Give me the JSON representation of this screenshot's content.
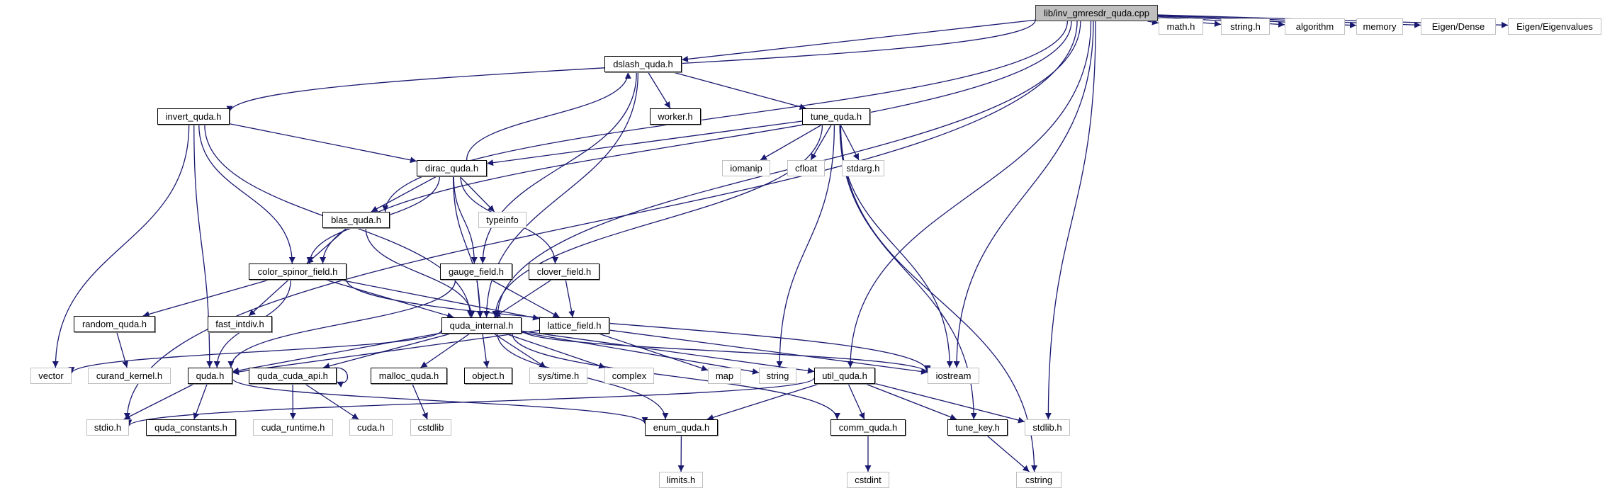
{
  "graph": {
    "title": "lib/inv_gmresdr_quda.cpp",
    "edge_color": "#191970",
    "root_fill": "#bfbfbf",
    "nodes": [
      {
        "id": "root",
        "label": "lib/inv_gmresdr_quda.cpp",
        "kind": "root"
      },
      {
        "id": "math_h",
        "label": "math.h",
        "kind": "system"
      },
      {
        "id": "string_h",
        "label": "string.h",
        "kind": "system"
      },
      {
        "id": "algorithm",
        "label": "algorithm",
        "kind": "system"
      },
      {
        "id": "memory",
        "label": "memory",
        "kind": "system"
      },
      {
        "id": "eigen_dense",
        "label": "Eigen/Dense",
        "kind": "system"
      },
      {
        "id": "eigen_eigenvalues",
        "label": "Eigen/Eigenvalues",
        "kind": "system"
      },
      {
        "id": "dslash_quda",
        "label": "dslash_quda.h",
        "kind": "local"
      },
      {
        "id": "worker",
        "label": "worker.h",
        "kind": "local"
      },
      {
        "id": "tune_quda",
        "label": "tune_quda.h",
        "kind": "local"
      },
      {
        "id": "invert_quda",
        "label": "invert_quda.h",
        "kind": "local"
      },
      {
        "id": "dirac_quda",
        "label": "dirac_quda.h",
        "kind": "local"
      },
      {
        "id": "iomanip",
        "label": "iomanip",
        "kind": "system"
      },
      {
        "id": "cfloat",
        "label": "cfloat",
        "kind": "system"
      },
      {
        "id": "stdarg_h",
        "label": "stdarg.h",
        "kind": "system"
      },
      {
        "id": "blas_quda",
        "label": "blas_quda.h",
        "kind": "local"
      },
      {
        "id": "typeinfo",
        "label": "typeinfo",
        "kind": "system"
      },
      {
        "id": "color_spinor_field",
        "label": "color_spinor_field.h",
        "kind": "local"
      },
      {
        "id": "gauge_field",
        "label": "gauge_field.h",
        "kind": "local"
      },
      {
        "id": "clover_field",
        "label": "clover_field.h",
        "kind": "local"
      },
      {
        "id": "random_quda",
        "label": "random_quda.h",
        "kind": "local"
      },
      {
        "id": "fast_intdiv",
        "label": "fast_intdiv.h",
        "kind": "local"
      },
      {
        "id": "quda_internal",
        "label": "quda_internal.h",
        "kind": "local"
      },
      {
        "id": "lattice_field",
        "label": "lattice_field.h",
        "kind": "local"
      },
      {
        "id": "vector",
        "label": "vector",
        "kind": "system"
      },
      {
        "id": "curand_kernel",
        "label": "curand_kernel.h",
        "kind": "system"
      },
      {
        "id": "quda_h",
        "label": "quda.h",
        "kind": "local"
      },
      {
        "id": "quda_cuda_api",
        "label": "quda_cuda_api.h",
        "kind": "local"
      },
      {
        "id": "malloc_quda",
        "label": "malloc_quda.h",
        "kind": "local"
      },
      {
        "id": "object_h",
        "label": "object.h",
        "kind": "local"
      },
      {
        "id": "sys_time",
        "label": "sys/time.h",
        "kind": "system"
      },
      {
        "id": "complex",
        "label": "complex",
        "kind": "system"
      },
      {
        "id": "map",
        "label": "map",
        "kind": "system"
      },
      {
        "id": "string",
        "label": "string",
        "kind": "system"
      },
      {
        "id": "util_quda",
        "label": "util_quda.h",
        "kind": "local"
      },
      {
        "id": "iostream",
        "label": "iostream",
        "kind": "system"
      },
      {
        "id": "stdio_h",
        "label": "stdio.h",
        "kind": "system"
      },
      {
        "id": "quda_constants",
        "label": "quda_constants.h",
        "kind": "local"
      },
      {
        "id": "cuda_runtime",
        "label": "cuda_runtime.h",
        "kind": "system"
      },
      {
        "id": "cuda_h",
        "label": "cuda.h",
        "kind": "system"
      },
      {
        "id": "cstdlib",
        "label": "cstdlib",
        "kind": "system"
      },
      {
        "id": "enum_quda",
        "label": "enum_quda.h",
        "kind": "local"
      },
      {
        "id": "comm_quda",
        "label": "comm_quda.h",
        "kind": "local"
      },
      {
        "id": "tune_key",
        "label": "tune_key.h",
        "kind": "local"
      },
      {
        "id": "stdlib_h",
        "label": "stdlib.h",
        "kind": "system"
      },
      {
        "id": "limits_h",
        "label": "limits.h",
        "kind": "system"
      },
      {
        "id": "cstdint",
        "label": "cstdint",
        "kind": "system"
      },
      {
        "id": "cstring",
        "label": "cstring",
        "kind": "system"
      }
    ],
    "edges": [
      [
        "root",
        "math_h"
      ],
      [
        "root",
        "string_h"
      ],
      [
        "root",
        "algorithm"
      ],
      [
        "root",
        "memory"
      ],
      [
        "root",
        "eigen_dense"
      ],
      [
        "root",
        "eigen_eigenvalues"
      ],
      [
        "root",
        "dslash_quda"
      ],
      [
        "root",
        "invert_quda"
      ],
      [
        "root",
        "color_spinor_field"
      ],
      [
        "root",
        "blas_quda"
      ],
      [
        "root",
        "quda_internal"
      ],
      [
        "root",
        "util_quda"
      ],
      [
        "root",
        "iostream"
      ],
      [
        "root",
        "stdlib_h"
      ],
      [
        "root",
        "stdio_h"
      ],
      [
        "dslash_quda",
        "worker"
      ],
      [
        "dslash_quda",
        "tune_quda"
      ],
      [
        "dslash_quda",
        "gauge_field"
      ],
      [
        "dslash_quda",
        "quda_internal"
      ],
      [
        "tune_quda",
        "dirac_quda"
      ],
      [
        "tune_quda",
        "iomanip"
      ],
      [
        "tune_quda",
        "cfloat"
      ],
      [
        "tune_quda",
        "stdarg_h"
      ],
      [
        "tune_quda",
        "quda_internal"
      ],
      [
        "tune_quda",
        "string"
      ],
      [
        "tune_quda",
        "iostream"
      ],
      [
        "tune_quda",
        "tune_key"
      ],
      [
        "tune_quda",
        "cstring"
      ],
      [
        "invert_quda",
        "dirac_quda"
      ],
      [
        "invert_quda",
        "vector"
      ],
      [
        "invert_quda",
        "quda_h"
      ],
      [
        "invert_quda",
        "color_spinor_field"
      ],
      [
        "invert_quda",
        "quda_internal"
      ],
      [
        "dirac_quda",
        "dslash_quda"
      ],
      [
        "dirac_quda",
        "blas_quda"
      ],
      [
        "dirac_quda",
        "typeinfo"
      ],
      [
        "dirac_quda",
        "color_spinor_field"
      ],
      [
        "dirac_quda",
        "gauge_field"
      ],
      [
        "dirac_quda",
        "clover_field"
      ],
      [
        "dirac_quda",
        "quda_internal"
      ],
      [
        "blas_quda",
        "color_spinor_field"
      ],
      [
        "blas_quda",
        "quda_internal"
      ],
      [
        "color_spinor_field",
        "random_quda"
      ],
      [
        "color_spinor_field",
        "fast_intdiv"
      ],
      [
        "color_spinor_field",
        "quda_internal"
      ],
      [
        "color_spinor_field",
        "lattice_field"
      ],
      [
        "color_spinor_field",
        "quda_h"
      ],
      [
        "color_spinor_field",
        "iostream"
      ],
      [
        "gauge_field",
        "quda_internal"
      ],
      [
        "gauge_field",
        "lattice_field"
      ],
      [
        "gauge_field",
        "quda_h"
      ],
      [
        "clover_field",
        "quda_internal"
      ],
      [
        "clover_field",
        "lattice_field"
      ],
      [
        "random_quda",
        "curand_kernel"
      ],
      [
        "quda_internal",
        "vector"
      ],
      [
        "quda_internal",
        "quda_h"
      ],
      [
        "quda_internal",
        "quda_cuda_api"
      ],
      [
        "quda_internal",
        "malloc_quda"
      ],
      [
        "quda_internal",
        "object_h"
      ],
      [
        "quda_internal",
        "sys_time"
      ],
      [
        "quda_internal",
        "complex"
      ],
      [
        "quda_internal",
        "string"
      ],
      [
        "quda_internal",
        "util_quda"
      ],
      [
        "quda_internal",
        "iostream"
      ],
      [
        "quda_internal",
        "enum_quda"
      ],
      [
        "quda_internal",
        "comm_quda"
      ],
      [
        "lattice_field",
        "quda_h"
      ],
      [
        "lattice_field",
        "map"
      ],
      [
        "lattice_field",
        "iostream"
      ],
      [
        "quda_h",
        "stdio_h"
      ],
      [
        "quda_h",
        "quda_constants"
      ],
      [
        "quda_h",
        "enum_quda"
      ],
      [
        "quda_cuda_api",
        "quda_cuda_api"
      ],
      [
        "quda_cuda_api",
        "cuda_runtime"
      ],
      [
        "quda_cuda_api",
        "cuda_h"
      ],
      [
        "malloc_quda",
        "cstdlib"
      ],
      [
        "util_quda",
        "stdio_h"
      ],
      [
        "util_quda",
        "enum_quda"
      ],
      [
        "util_quda",
        "comm_quda"
      ],
      [
        "util_quda",
        "tune_key"
      ],
      [
        "util_quda",
        "stdlib_h"
      ],
      [
        "enum_quda",
        "limits_h"
      ],
      [
        "comm_quda",
        "cstdint"
      ],
      [
        "tune_key",
        "cstring"
      ]
    ]
  }
}
